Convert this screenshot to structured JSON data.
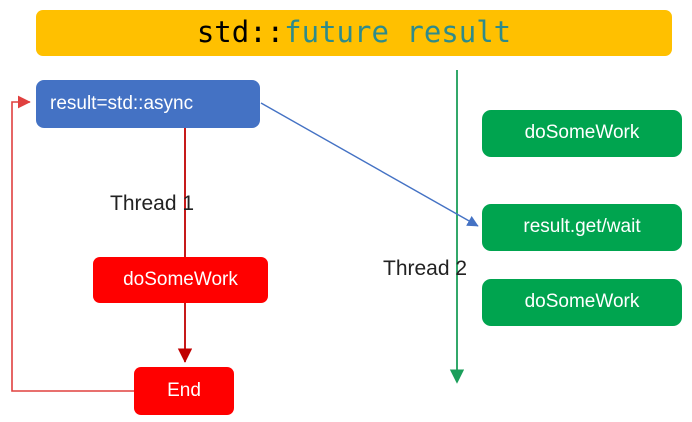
{
  "title": {
    "namespace": "std::",
    "keyword": "future result",
    "full": "std::future result",
    "background": "#FFC000",
    "namespace_color": "#000000",
    "keyword_color": "#2E8B8B"
  },
  "nodes": {
    "async": {
      "label": "result=std::async",
      "color": "#4472C4",
      "text_color": "#FFFFFF"
    },
    "work_thread1": {
      "label": "doSomeWork",
      "color": "#FF0000",
      "text_color": "#FFFFFF"
    },
    "end": {
      "label": "End",
      "color": "#FF0000",
      "text_color": "#FFFFFF"
    },
    "work_thread2_top": {
      "label": "doSomeWork",
      "color": "#00A44F",
      "text_color": "#FFFFFF"
    },
    "get_wait": {
      "label": "result.get/wait",
      "color": "#00A44F",
      "text_color": "#FFFFFF"
    },
    "work_thread2_bottom": {
      "label": "doSomeWork",
      "color": "#00A44F",
      "text_color": "#FFFFFF"
    }
  },
  "lanes": {
    "thread1": {
      "label": "Thread 1",
      "line_color": "#C00000",
      "text_color": "#222222"
    },
    "thread2": {
      "label": "Thread 2",
      "line_color": "#1B9E5A",
      "text_color": "#222222"
    }
  },
  "connectors": {
    "thread1_flow": {
      "name": "thread1-flow-arrow",
      "color": "#C00000"
    },
    "thread1_loop": {
      "name": "end-to-async-loop-arrow",
      "color": "#F26D6D"
    },
    "async_to_getwait": {
      "name": "async-to-getwait-arrow",
      "color": "#4472C4"
    },
    "thread2_timeline": {
      "name": "thread2-timeline-arrow",
      "color": "#1B9E5A"
    }
  }
}
